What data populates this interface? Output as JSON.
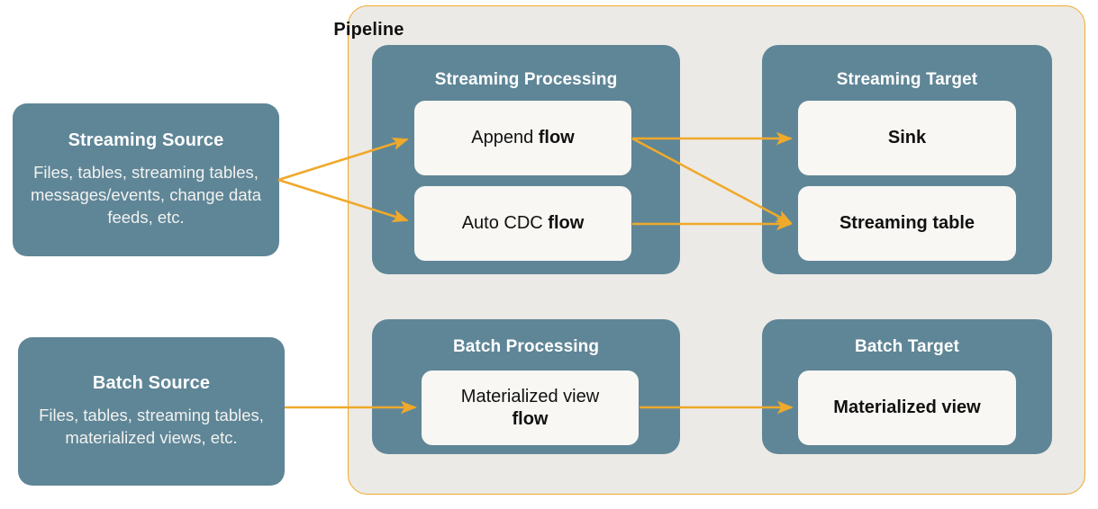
{
  "diagram": {
    "title": "Pipeline",
    "accent_orange": "#EFA92B",
    "teal": "#5F8697",
    "card_bg": "#F8F7F3",
    "pipeline_bg": "#ECEAE6"
  },
  "sources": [
    {
      "id": "streaming-source",
      "title": "Streaming Source",
      "description": "Files, tables, streaming tables, messages/events, change data feeds, etc."
    },
    {
      "id": "batch-source",
      "title": "Batch Source",
      "description": "Files, tables, streaming tables, materialized views, etc."
    }
  ],
  "groups": [
    {
      "id": "streaming-processing",
      "title": "Streaming Processing",
      "cards": [
        {
          "id": "append-flow",
          "text_regular": "Append ",
          "text_bold": "flow"
        },
        {
          "id": "auto-cdc-flow",
          "text_regular": "Auto CDC ",
          "text_bold": "flow"
        }
      ]
    },
    {
      "id": "streaming-target",
      "title": "Streaming Target",
      "cards": [
        {
          "id": "sink",
          "text_bold": "Sink"
        },
        {
          "id": "streaming-table",
          "text_bold": "Streaming table"
        }
      ]
    },
    {
      "id": "batch-processing",
      "title": "Batch Processing",
      "cards": [
        {
          "id": "mv-flow",
          "text_regular": "Materialized view",
          "text_bold": "flow"
        }
      ]
    },
    {
      "id": "batch-target",
      "title": "Batch Target",
      "cards": [
        {
          "id": "mv-target",
          "text_bold": "Materialized view"
        }
      ]
    }
  ],
  "connections": [
    {
      "from": "streaming-source",
      "to": "append-flow"
    },
    {
      "from": "streaming-source",
      "to": "auto-cdc-flow"
    },
    {
      "from": "append-flow",
      "to": "sink"
    },
    {
      "from": "append-flow",
      "to": "streaming-table"
    },
    {
      "from": "auto-cdc-flow",
      "to": "streaming-table"
    },
    {
      "from": "batch-source",
      "to": "mv-flow"
    },
    {
      "from": "mv-flow",
      "to": "mv-target"
    }
  ]
}
